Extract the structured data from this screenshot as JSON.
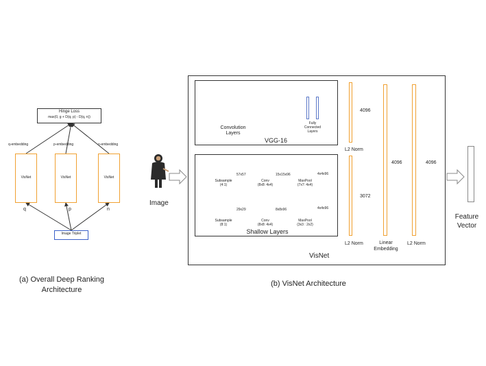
{
  "ranking": {
    "loss_title": "Hinge Loss",
    "loss_formula": "max(0, g + D(q, p) - D(q, n))",
    "embed_q": "q-embedding",
    "embed_p": "p-embedding",
    "embed_n": "n-embedding",
    "net_label": "VisNet",
    "in_q": "q",
    "in_p": "p",
    "in_n": "n",
    "triplet": "Image Triplet",
    "caption_line1": "(a) Overall Deep Ranking",
    "caption_line2": "Architecture"
  },
  "visnet": {
    "input_label": "Image",
    "vgg_title": "VGG-16",
    "conv_layers_line1": "Convolution",
    "conv_layers_line2": "Layers",
    "fc_line1": "Fully",
    "fc_line2": "Connected",
    "fc_line3": "Layers",
    "shallow_title": "Shallow Layers",
    "r1a_line1": "Subsample",
    "r1a_line2": "(4:1)",
    "r1a_size": "57x57",
    "r1b_line1": "Conv",
    "r1b_line2": "(8x8: 4x4)",
    "r1b_size": "15x15x96",
    "r1c_line1": "MaxPool",
    "r1c_line2": "(7x7: 4x4)",
    "r1c_size": "4x4x96",
    "r2a_line1": "Subsample",
    "r2a_line2": "(8:1)",
    "r2a_size": "29x29",
    "r2b_line1": "Conv",
    "r2b_line2": "(8x8: 4x4)",
    "r2b_size": "8x8x96",
    "r2c_line1": "MaxPool",
    "r2c_line2": "(3x3 : 2x2)",
    "r2c_size": "4x4x96",
    "dim_4096_a": "4096",
    "l2_norm_mid": "L2 Norm",
    "dim_3072": "3072",
    "l2_norm_bottom": "L2 Norm",
    "dim_4096_b": "4096",
    "linear_line1": "Linear",
    "linear_line2": "Embedding",
    "dim_4096_c": "4096",
    "l2_norm_right": "L2 Norm",
    "visnet_label": "VisNet",
    "output_line1": "Feature",
    "output_line2": "Vector",
    "caption": "(b) VisNet Architecture"
  },
  "colors": {
    "layer_orange": "#f0a030",
    "fc_blue": "#5b78c8",
    "triplet_blue": "#3a5fc8",
    "frame_black": "#333333"
  }
}
